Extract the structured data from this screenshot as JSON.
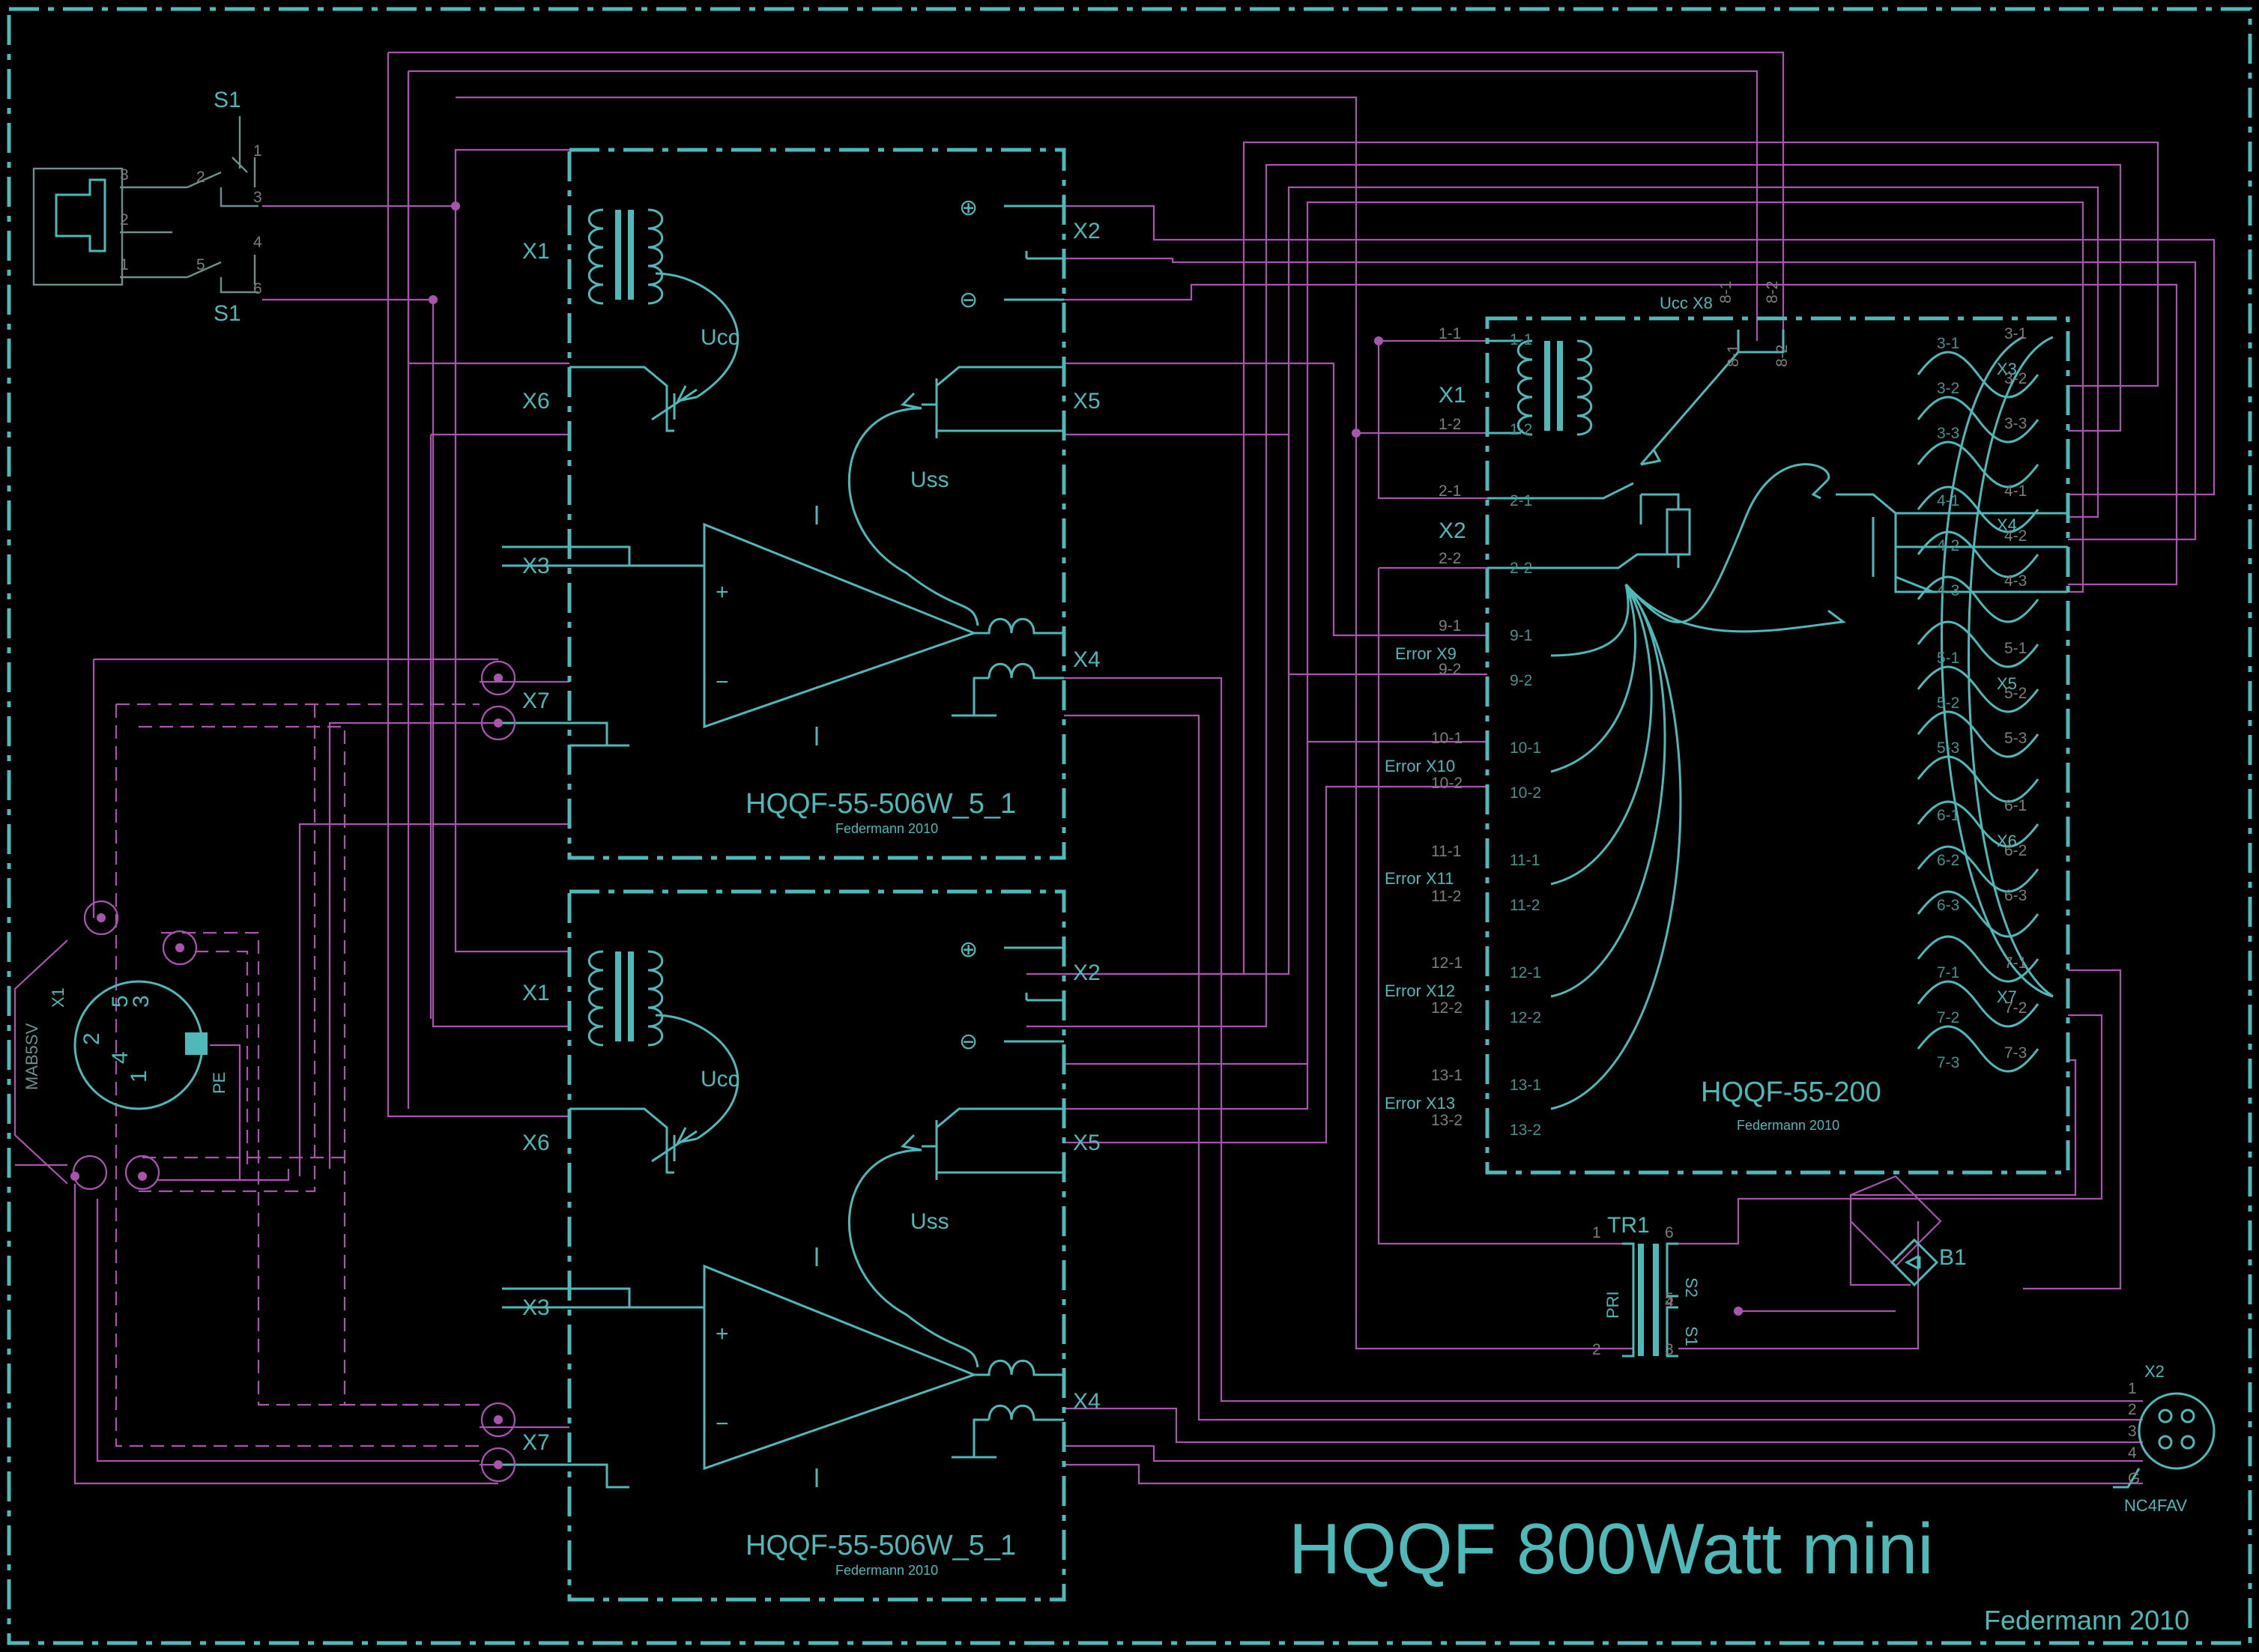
{
  "title": "HQQF 800Watt mini",
  "author": "Federmann 2010",
  "switch": {
    "name": "S1",
    "pins": [
      "1",
      "2",
      "3",
      "4",
      "5",
      "6"
    ]
  },
  "mains_inlet": {
    "pins": [
      "3",
      "2",
      "1"
    ]
  },
  "psu_modules": [
    {
      "name": "HQQF-55-506W_5_1",
      "credit": "Federmann 2010",
      "connectors": [
        "X1",
        "X6",
        "X3",
        "X7",
        "X2",
        "X5",
        "X4"
      ],
      "signals": [
        "Ucc",
        "Uss"
      ],
      "symbols": [
        "⊕",
        "⊖",
        "+",
        "−"
      ]
    },
    {
      "name": "HQQF-55-506W_5_1",
      "credit": "Federmann 2010",
      "connectors": [
        "X1",
        "X6",
        "X3",
        "X7",
        "X2",
        "X5",
        "X4"
      ],
      "signals": [
        "Ucc",
        "Uss"
      ],
      "symbols": [
        "⊕",
        "⊖",
        "+",
        "−"
      ]
    }
  ],
  "controller": {
    "name": "HQQF-55-200",
    "credit": "Federmann 2010",
    "top_label": "Ucc X8",
    "top_pins": [
      "8-1",
      "8-2"
    ],
    "left_connectors": [
      "X1",
      "X2"
    ],
    "left_pins": [
      "1-1",
      "1-2",
      "2-1",
      "2-2"
    ],
    "errors": [
      {
        "label": "Error X9",
        "pins": [
          "9-1",
          "9-2"
        ]
      },
      {
        "label": "Error X10",
        "pins": [
          "10-1",
          "10-2"
        ]
      },
      {
        "label": "Error X11",
        "pins": [
          "11-1",
          "11-2"
        ]
      },
      {
        "label": "Error X12",
        "pins": [
          "12-1",
          "12-2"
        ]
      },
      {
        "label": "Error X13",
        "pins": [
          "13-1",
          "13-2"
        ]
      }
    ],
    "right_connectors": [
      {
        "name": "X3",
        "pins": [
          "3-1",
          "3-2",
          "3-3"
        ]
      },
      {
        "name": "X4",
        "pins": [
          "4-1",
          "4-2",
          "4-3"
        ]
      },
      {
        "name": "X5",
        "pins": [
          "5-1",
          "5-2",
          "5-3"
        ]
      },
      {
        "name": "X6",
        "pins": [
          "6-1",
          "6-2",
          "6-3"
        ]
      },
      {
        "name": "X7",
        "pins": [
          "7-1",
          "7-2",
          "7-3"
        ]
      }
    ]
  },
  "transformer": {
    "name": "TR1",
    "pins": [
      "1",
      "2",
      "6",
      "5",
      "4",
      "3"
    ],
    "windings": [
      "PRI",
      "S2",
      "S1"
    ]
  },
  "rectifier": {
    "name": "B1"
  },
  "output_connector": {
    "name": "X2",
    "type": "NC4FAV",
    "pins": [
      "1",
      "2",
      "3",
      "4",
      "G"
    ]
  },
  "mic_connector": {
    "name": "X1",
    "type": "MAB5SV",
    "pins": [
      "2",
      "4",
      "1",
      "5",
      "3"
    ],
    "pe": "PE"
  },
  "colors": {
    "background": "#000000",
    "component": "#4fb8b8",
    "wire": "#a955b0",
    "switch": "#6f8f8f"
  }
}
